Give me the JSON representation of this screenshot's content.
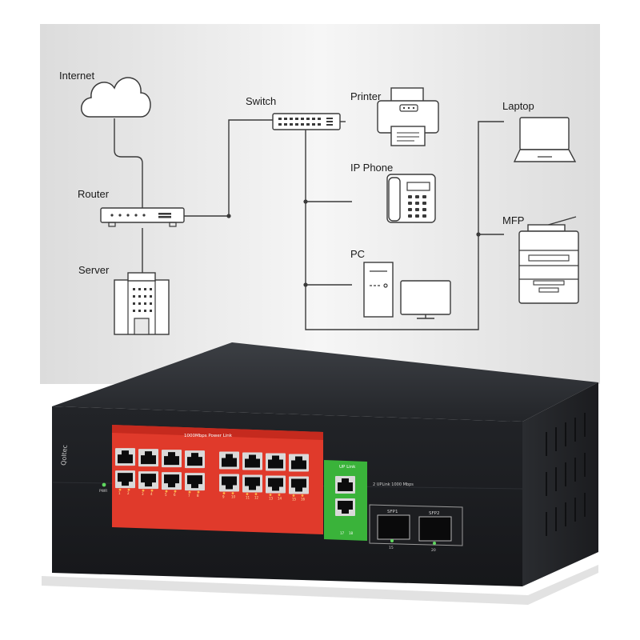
{
  "diagram": {
    "nodes": {
      "internet": "Internet",
      "switch": "Switch",
      "printer": "Printer",
      "laptop": "Laptop",
      "router": "Router",
      "ip_phone": "IP Phone",
      "mfp": "MFP",
      "server": "Server",
      "pc": "PC"
    }
  },
  "device": {
    "brand": "Qoltec",
    "power_label": "PWR",
    "poe_label": "1000Mbps Power Link",
    "uplink_tag": "UP Link",
    "uplink_caption": "2 UPLink 1000 Mbps",
    "sfp1": "SFP1",
    "sfp2": "SFP2",
    "sfp1_num": "15",
    "sfp2_num": "20",
    "port_numbers": [
      "1",
      "2",
      "3",
      "4",
      "5",
      "6",
      "7",
      "8",
      "9",
      "10",
      "11",
      "12",
      "13",
      "14",
      "15",
      "16"
    ],
    "uplink_numbers": [
      "17",
      "18"
    ],
    "colors": {
      "poe_panel": "#e03a2b",
      "uplink_panel": "#3ab33a",
      "chassis": "#2b2d31",
      "led": "#5fd85f"
    }
  }
}
